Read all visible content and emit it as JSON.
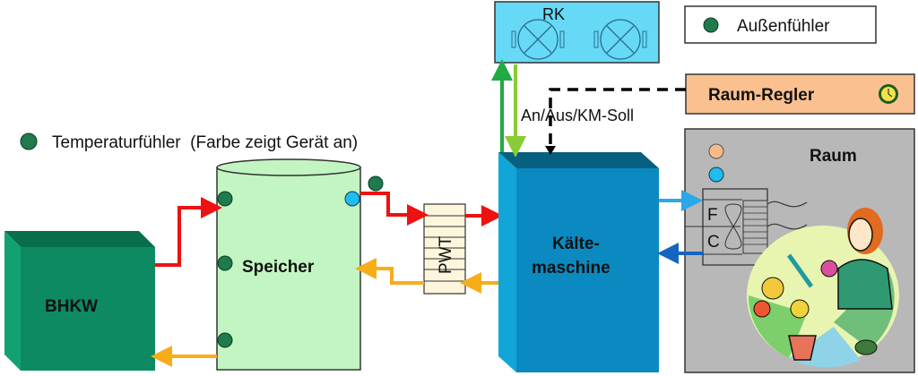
{
  "legend": {
    "outdoor_sensor": {
      "label": "Außenfühler",
      "color": "#1f7a4d"
    },
    "temp_sensor": {
      "label": "Temperaturfühler  (Farbe zeigt Gerät an)",
      "color": "#1f7a4d"
    }
  },
  "components": {
    "chp": {
      "label": "BHKW",
      "color": "#0e8a62"
    },
    "storage": {
      "label": "Speicher",
      "color": "#c2f5c2"
    },
    "heat_exchanger": {
      "label": "PWT",
      "color": "#fdf6dc"
    },
    "chiller": {
      "label_line1": "Kälte-",
      "label_line2": "maschine",
      "color": "#0a8ac0"
    },
    "recooler": {
      "label": "RK",
      "color": "#66d9f7"
    },
    "room_controller": {
      "label": "Raum-Regler",
      "color": "#fbc08f"
    },
    "room": {
      "label": "Raum",
      "color": "#b8b8b8"
    },
    "fan_coil": {
      "label_top": "F",
      "label_bottom": "C"
    }
  },
  "signals": {
    "control_signal": "An/Aus/KM-Soll"
  },
  "colors": {
    "hot_flow": "#ee1111",
    "return_flow": "#f7ad1a",
    "recooler_supply": "#22aa44",
    "recooler_return": "#88cc33",
    "cold_supply": "#2aa8e8",
    "cold_return": "#1565c0",
    "control_line": "#000000",
    "sensor_green": "#1f7a4d",
    "sensor_blue": "#22bbee",
    "sensor_orange": "#f9b98a"
  }
}
